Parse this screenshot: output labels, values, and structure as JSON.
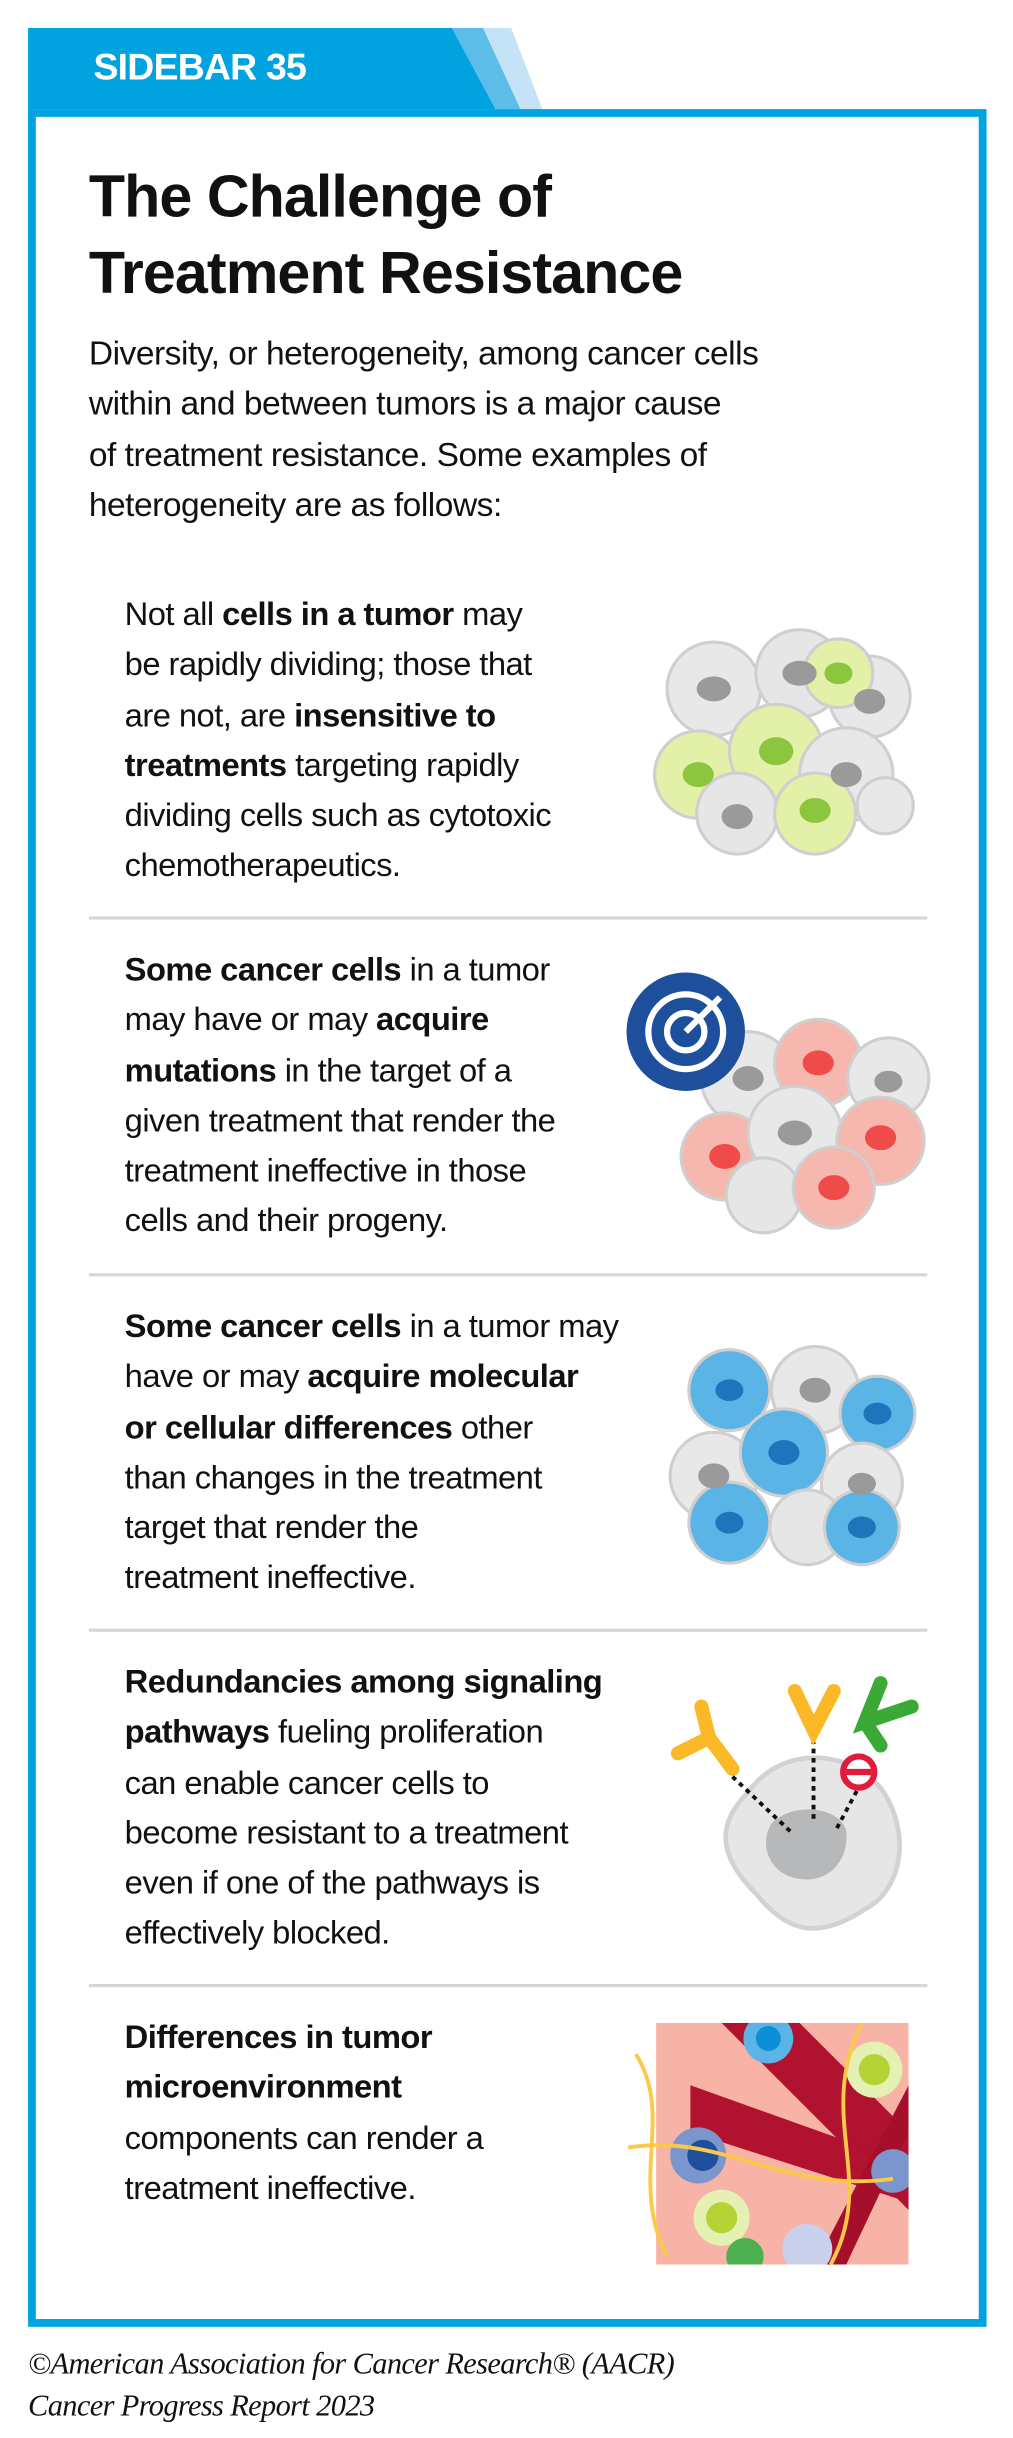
{
  "header": {
    "label": "SIDEBAR 35"
  },
  "title": [
    "The Challenge of",
    "Treatment Resistance"
  ],
  "intro": [
    "Diversity, or heterogeneity, among cancer cells",
    "within and between tumors is a major cause",
    "of treatment resistance. Some examples of",
    "heterogeneity are as follows:"
  ],
  "items": [
    {
      "illustration": "tumor-cells-green-icon",
      "lines": [
        [
          {
            "t": "Not all ",
            "b": false
          },
          {
            "t": "cells in a tumor",
            "b": true
          },
          {
            "t": " may",
            "b": false
          }
        ],
        [
          {
            "t": "be rapidly dividing; those that",
            "b": false
          }
        ],
        [
          {
            "t": "are not, are ",
            "b": false
          },
          {
            "t": "insensitive to",
            "b": true
          }
        ],
        [
          {
            "t": "treatments",
            "b": true
          },
          {
            "t": " targeting rapidly",
            "b": false
          }
        ],
        [
          {
            "t": "dividing cells such as cytotoxic",
            "b": false
          }
        ],
        [
          {
            "t": "chemotherapeutics.",
            "b": false
          }
        ]
      ]
    },
    {
      "illustration": "target-mutation-cells-icon",
      "lines": [
        [
          {
            "t": "Some cancer cells",
            "b": true
          },
          {
            "t": " in a tumor",
            "b": false
          }
        ],
        [
          {
            "t": "may have or may ",
            "b": false
          },
          {
            "t": "acquire",
            "b": true
          }
        ],
        [
          {
            "t": "mutations",
            "b": true
          },
          {
            "t": " in the target of a",
            "b": false
          }
        ],
        [
          {
            "t": "given treatment that render the",
            "b": false
          }
        ],
        [
          {
            "t": "treatment ineffective in those",
            "b": false
          }
        ],
        [
          {
            "t": "cells and their progeny.",
            "b": false
          }
        ]
      ]
    },
    {
      "illustration": "molecular-difference-cells-icon",
      "lines": [
        [
          {
            "t": "Some cancer cells",
            "b": true
          },
          {
            "t": " in a tumor may",
            "b": false
          }
        ],
        [
          {
            "t": "have or may ",
            "b": false
          },
          {
            "t": "acquire molecular",
            "b": true
          }
        ],
        [
          {
            "t": "or cellular differences",
            "b": true
          },
          {
            "t": " other",
            "b": false
          }
        ],
        [
          {
            "t": "than changes in the treatment",
            "b": false
          }
        ],
        [
          {
            "t": "target that render the",
            "b": false
          }
        ],
        [
          {
            "t": "treatment ineffective.",
            "b": false
          }
        ]
      ]
    },
    {
      "illustration": "signaling-receptors-cell-icon",
      "lines": [
        [
          {
            "t": "Redundancies among signaling",
            "b": true
          }
        ],
        [
          {
            "t": "pathways",
            "b": true
          },
          {
            "t": " fueling proliferation",
            "b": false
          }
        ],
        [
          {
            "t": "can enable cancer cells to",
            "b": false
          }
        ],
        [
          {
            "t": "become resistant to a treatment",
            "b": false
          }
        ],
        [
          {
            "t": "even if one of the pathways is",
            "b": false
          }
        ],
        [
          {
            "t": "effectively blocked.",
            "b": false
          }
        ]
      ]
    },
    {
      "illustration": "tumor-microenvironment-icon",
      "lines": [
        [
          {
            "t": "Differences in tumor",
            "b": true
          }
        ],
        [
          {
            "t": "microenvironment",
            "b": true
          }
        ],
        [
          {
            "t": "components can render a",
            "b": false
          }
        ],
        [
          {
            "t": "treatment ineffective.",
            "b": false
          }
        ]
      ]
    }
  ],
  "footer": [
    "©American Association for Cancer Research® (AACR)",
    "Cancer Progress Report 2023"
  ],
  "colors": {
    "accent": "#00a3e0",
    "text": "#111111",
    "divider": "#d6d6d6"
  }
}
